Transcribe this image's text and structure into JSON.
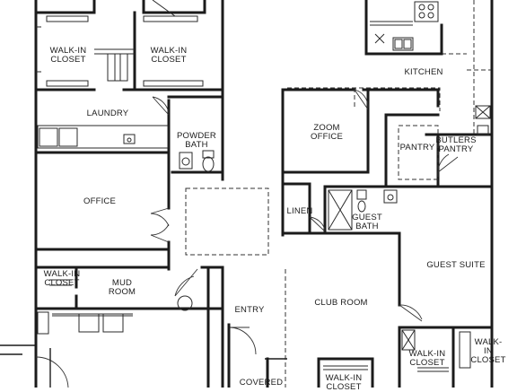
{
  "rooms": {
    "walk_in_closet_1": "WALK-IN\nCLOSET",
    "walk_in_closet_2": "WALK-IN\nCLOSET",
    "laundry": "LAUNDRY",
    "powder_bath": "POWDER\nBATH",
    "office": "OFFICE",
    "walk_in_closet_mud": "WALK-IN\nCLOSET",
    "mud_room": "MUD\nROOM",
    "entry": "ENTRY",
    "covered": "COVERED",
    "zoom_office": "ZOOM\nOFFICE",
    "kitchen": "KITCHEN",
    "pantry": "PANTRY",
    "butlers_pantry": "BUTLERS\nPANTRY",
    "linen": "LINEN",
    "guest_bath": "GUEST\nBATH",
    "club_room": "CLUB ROOM",
    "guest_suite": "GUEST SUITE",
    "walk_in_closet_suite_1": "WALK-IN\nCLOSET",
    "walk_in_closet_suite_2": "WALK-IN\nCLOSET",
    "walk_in_closet_bottom": "WALK-IN\nCLOSET"
  }
}
